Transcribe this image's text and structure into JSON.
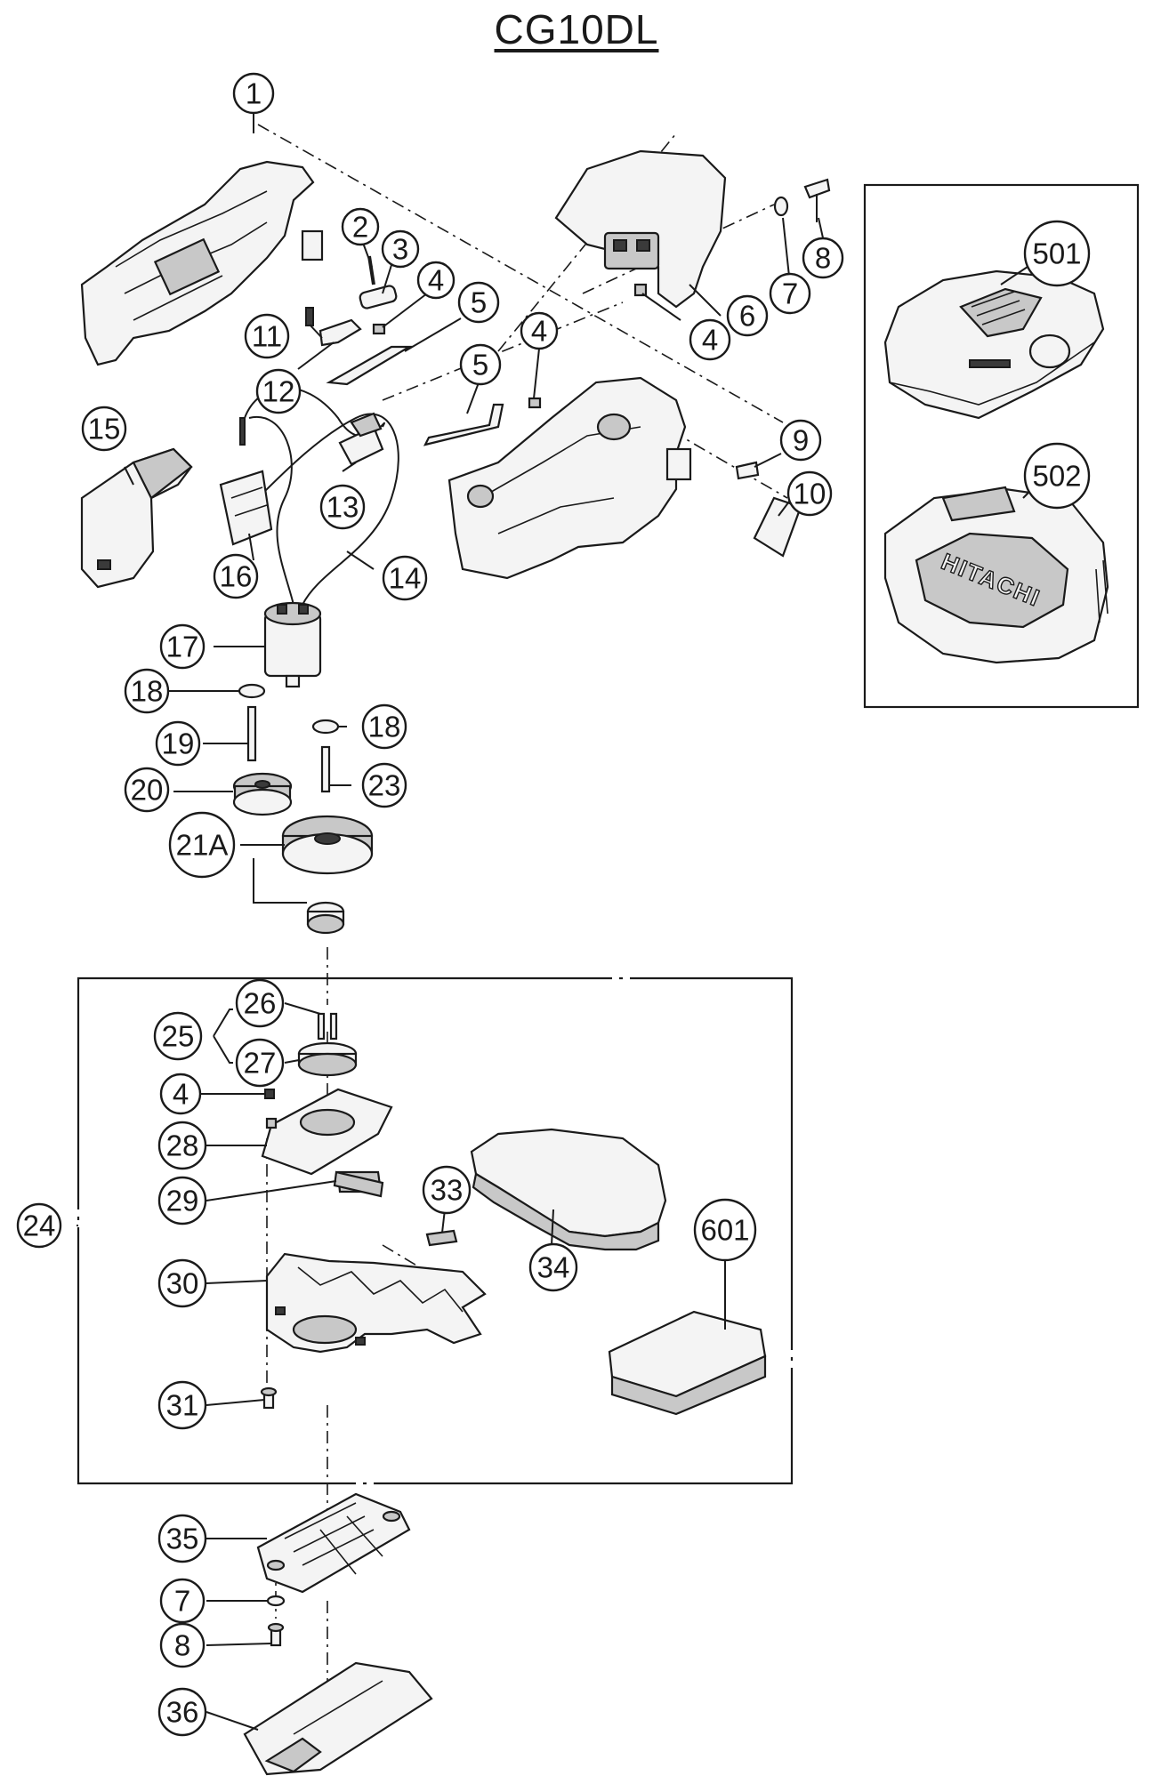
{
  "title": "CG10DL",
  "brand_text": "HITACHI",
  "labels": [
    "1",
    "2",
    "3",
    "4",
    "5",
    "6",
    "7",
    "8",
    "9",
    "10",
    "11",
    "12",
    "13",
    "14",
    "15",
    "16",
    "17",
    "18",
    "19",
    "20",
    "21A",
    "23",
    "24",
    "25",
    "26",
    "27",
    "28",
    "29",
    "30",
    "31",
    "33",
    "34",
    "35",
    "36",
    "501",
    "502",
    "601"
  ]
}
